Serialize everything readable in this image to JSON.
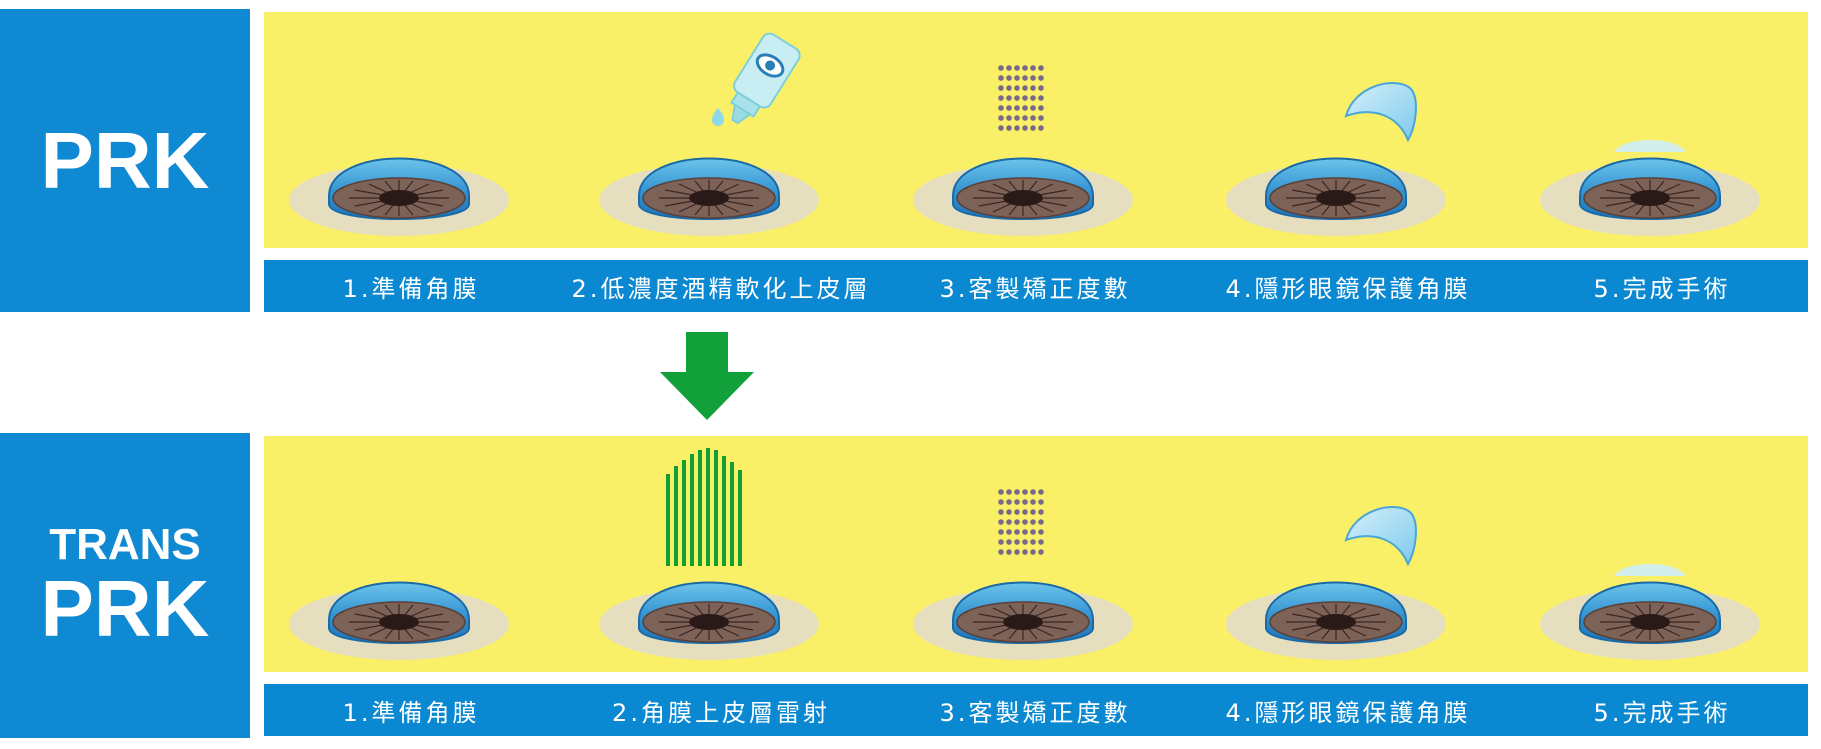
{
  "panels": [
    {
      "label_lines": [
        "PRK"
      ],
      "steps": [
        "1.準備角膜",
        "2.低濃度酒精軟化上皮層",
        "3.客製矯正度數",
        "4.隱形眼鏡保護角膜",
        "5.完成手術"
      ]
    },
    {
      "label_lines": [
        "TRANS",
        "PRK"
      ],
      "steps": [
        "1.準備角膜",
        "2.角膜上皮層雷射",
        "3.客製矯正度數",
        "4.隱形眼鏡保護角膜",
        "5.完成手術"
      ]
    }
  ],
  "colors": {
    "label_bg": "#1089d3",
    "stage_bg": "#faf068",
    "bar_bg": "#0a88d2",
    "arrow": "#11a03a",
    "laser": "#12a035"
  },
  "icons": [
    "eye-drop-bottle-icon",
    "laser-beam-icon",
    "down-arrow-icon",
    "contact-lens-icon"
  ]
}
